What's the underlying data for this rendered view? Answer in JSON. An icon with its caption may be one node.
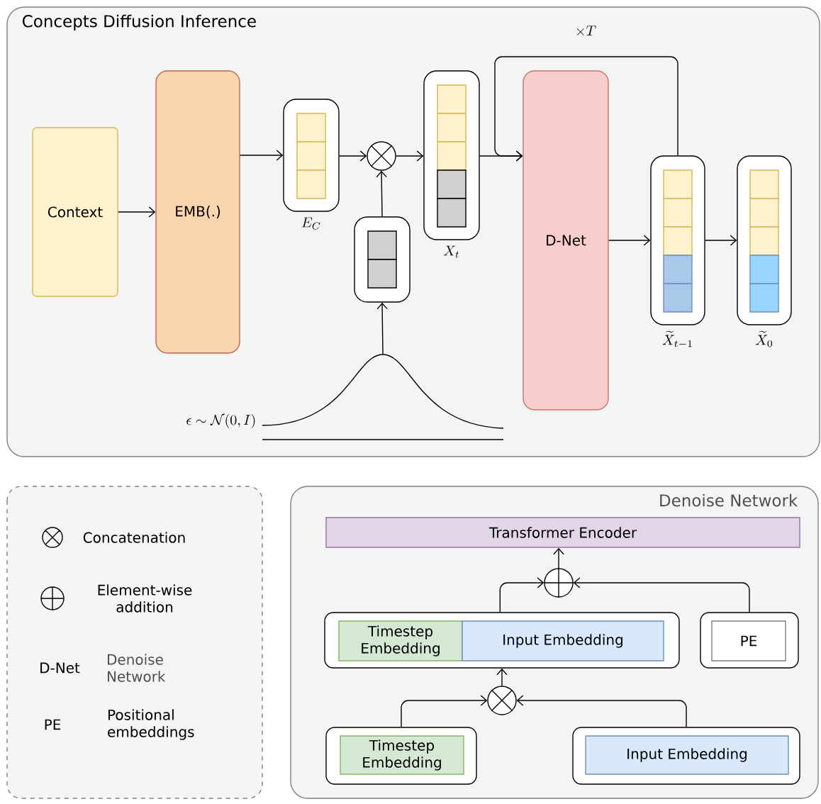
{
  "diagram": {
    "nodes": [
      {
        "text": [
          "Concepts Diffusion Inference"
        ]
      },
      {
        "text": [
          "Context"
        ],
        "in": 0
      },
      {
        "text": [
          "EMB(.)"
        ],
        "in": 0
      },
      {
        "text": [],
        "shape": "box",
        "in": 0,
        "beside": [
          "E_{C}"
        ]
      },
      {
        "text": [],
        "shape": "circle",
        "in": 0
      },
      {
        "text": [],
        "shape": "box",
        "in": 0
      },
      {
        "text": [],
        "shape": "box",
        "in": 0,
        "beside": [
          "X_{t}"
        ]
      },
      {
        "text": [
          "D-Net"
        ],
        "in": 0
      },
      {
        "text": [],
        "shape": "box",
        "in": 0,
        "beside": [
          "\\widetilde{X}_{t-1}"
        ]
      },
      {
        "text": [],
        "shape": "box",
        "in": 0,
        "beside": [
          "\\widetilde{X}_{0}"
        ]
      },
      {
        "text": [],
        "shape": "picture",
        "in": 0,
        "beside": [
          "\\epsilon \\sim \\mathcal{N}(0,I)"
        ]
      },
      {
        "text": [
          "Denoise Network"
        ]
      },
      {
        "text": [
          "Transformer Encoder"
        ],
        "in": 11
      },
      {
        "text": [],
        "shape": "circle",
        "in": 11
      },
      {
        "text": [],
        "shape": "box",
        "in": 11
      },
      {
        "text": [
          "Timestep Embedding"
        ],
        "in": 14
      },
      {
        "text": [
          "Input Embedding"
        ],
        "in": 14
      },
      {
        "text": [],
        "shape": "box",
        "in": 11
      },
      {
        "text": [
          "PE"
        ],
        "in": 17
      },
      {
        "text": [],
        "shape": "circle",
        "in": 11
      },
      {
        "text": [],
        "shape": "box",
        "in": 11
      },
      {
        "text": [
          "Timestep Embedding"
        ],
        "in": 20
      },
      {
        "text": [],
        "shape": "box",
        "in": 11
      },
      {
        "text": [
          "Input Embedding"
        ],
        "in": 22
      }
    ],
    "edges": [
      {
        "from": 1,
        "to": 2,
        "arrow": "to"
      },
      {
        "from": 2,
        "to": 3,
        "arrow": "to"
      },
      {
        "from": 3,
        "to": 4,
        "arrow": "to"
      },
      {
        "from": 5,
        "to": 4,
        "arrow": "to"
      },
      {
        "from": 4,
        "to": 6,
        "arrow": "to"
      },
      {
        "from": 6,
        "to": 7,
        "arrow": "to"
      },
      {
        "from": 7,
        "to": 8,
        "arrow": "to"
      },
      {
        "from": 8,
        "to": 9,
        "arrow": "to"
      },
      {
        "from": 8,
        "to": 7,
        "arrow": "to"
      },
      {
        "from": 10,
        "to": 5,
        "arrow": "to"
      },
      {
        "from": 13,
        "to": 12,
        "arrow": "to"
      },
      {
        "from": 14,
        "to": 13,
        "arrow": "to"
      },
      {
        "from": 17,
        "to": 13,
        "arrow": "to"
      },
      {
        "from": 19,
        "to": 14,
        "arrow": "to"
      },
      {
        "from": 20,
        "to": 19,
        "arrow": "to"
      },
      {
        "from": 22,
        "to": 19,
        "arrow": "to"
      }
    ],
    "labels": [
      "\\times T",
      "D-Net",
      "Denoise Network",
      "PE",
      "Positional embeddings"
    ],
    "legend": [
      {
        "text": "Concatenation"
      },
      {
        "text": "Element-wise addition"
      }
    ]
  }
}
